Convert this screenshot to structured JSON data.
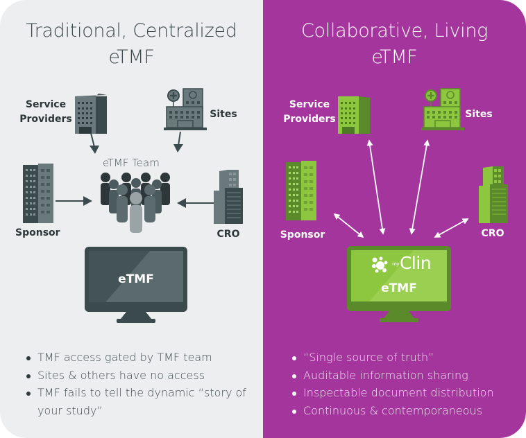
{
  "left": {
    "title_line1": "Traditional, Centralized",
    "title_line2": "eTMF",
    "labels": {
      "service_providers_line1": "Service",
      "service_providers_line2": "Providers",
      "sites": "Sites",
      "sponsor": "Sponsor",
      "cro": "CRO",
      "team": "eTMF Team"
    },
    "monitor_text": "eTMF",
    "bullets": [
      "TMF access gated by TMF team",
      "Sites & others have no access",
      "TMF fails to tell the dynamic “story of your study”"
    ],
    "colors": {
      "background": "#edeef0",
      "icon_dark": "#3a4a4d",
      "icon_mid": "#637275"
    }
  },
  "right": {
    "title_line1": "Collaborative, Living",
    "title_line2": "eTMF",
    "labels": {
      "service_providers_line1": "Service",
      "service_providers_line2": "Providers",
      "sites": "Sites",
      "sponsor": "Sponsor",
      "cro": "CRO"
    },
    "monitor_logo": "Clin",
    "monitor_logo_prefix": "my",
    "monitor_text": "eTMF",
    "bullets": [
      "“Single source of truth”",
      "Auditable information sharing",
      "Inspectable document distribution",
      "Continuous & contemporaneous"
    ],
    "colors": {
      "background": "#a3359d",
      "icon_light": "#8dc63f",
      "icon_dark": "#5a8a2a"
    }
  }
}
